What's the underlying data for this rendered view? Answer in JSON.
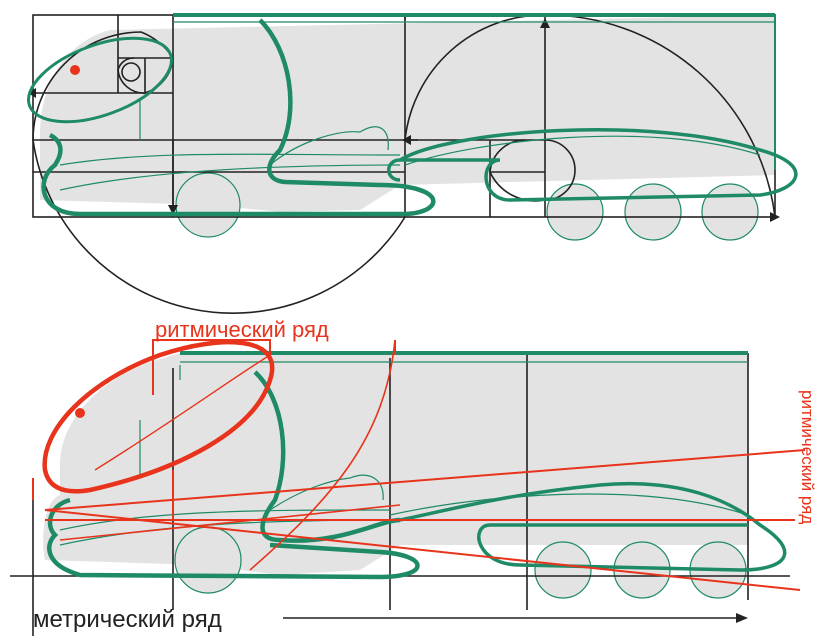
{
  "labels": {
    "rhythmic_top": "ритмический ряд",
    "rhythmic_side": "ритмический ряд",
    "metric_bottom": "метрический ряд"
  },
  "colors": {
    "green": "#1e8a66",
    "red": "#e8341c",
    "black": "#222222",
    "fill": "#e3e3e3"
  }
}
